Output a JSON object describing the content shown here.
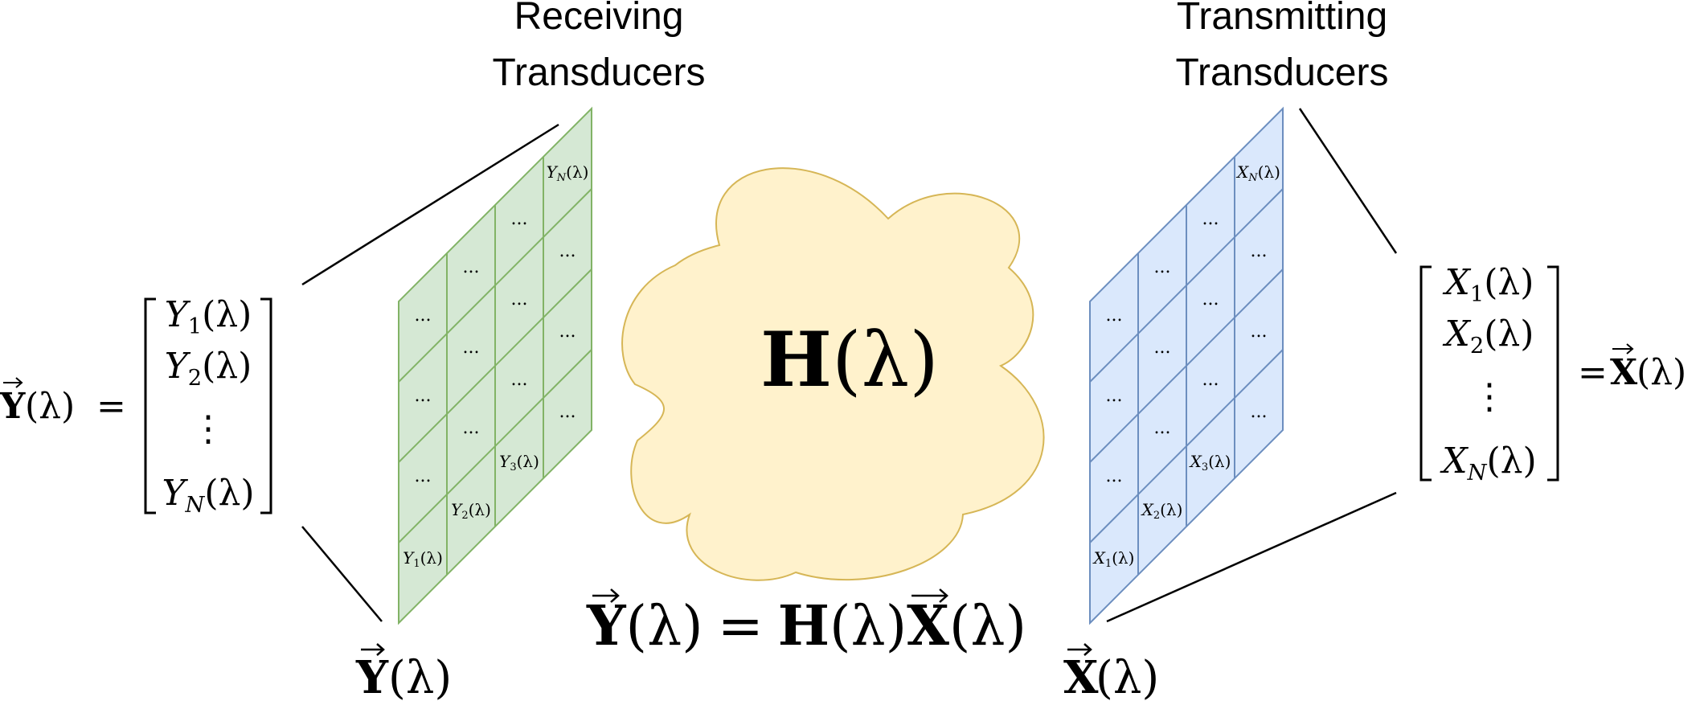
{
  "labels": {
    "receiving_line1": "Receiving",
    "receiving_line2": "Transducers",
    "transmitting_line1": "Transmitting",
    "transmitting_line2": "Transducers"
  },
  "left_vector": {
    "lhs_symbol": "Y",
    "lhs_arg": "(λ)",
    "equals": "=",
    "entries": [
      "Y₁(λ)",
      "Y₂(λ)",
      "⋮",
      "Y_N(λ)"
    ],
    "entry_base": [
      "Y",
      "Y",
      "",
      "Y"
    ],
    "entry_sub": [
      "1",
      "2",
      "",
      "N"
    ],
    "entry_arg": [
      "(λ)",
      "(λ)",
      "",
      "(λ)"
    ]
  },
  "right_vector": {
    "rhs_symbol": "X",
    "rhs_arg": "(λ)",
    "equals": "=",
    "entries": [
      "X₁(λ)",
      "X₂(λ)",
      "⋮",
      "X_N(λ)"
    ],
    "entry_base": [
      "X",
      "X",
      "",
      "X"
    ],
    "entry_sub": [
      "1",
      "2",
      "",
      "N"
    ],
    "entry_arg": [
      "(λ)",
      "(λ)",
      "",
      "(λ)"
    ]
  },
  "receiving_grid": {
    "fill": "#d5e8d4",
    "stroke": "#82b366",
    "ellipsis": "...",
    "cell_label_base": "Y",
    "cell_labels": [
      "1",
      "2",
      "3",
      "N"
    ]
  },
  "transmitting_grid": {
    "fill": "#dae8fc",
    "stroke": "#6c8ebf",
    "ellipsis": "...",
    "cell_label_base": "X",
    "cell_labels": [
      "1",
      "2",
      "3",
      "N"
    ]
  },
  "channel": {
    "fill": "#fff2cc",
    "stroke": "#d6b656",
    "symbol": "H",
    "arg": "(λ)"
  },
  "bottom_labels": {
    "y_symbol": "Y",
    "x_symbol": "X",
    "arg": "(λ)"
  },
  "equation": {
    "lhs": "Y",
    "lhs_arg": "(λ)",
    "equals": "=",
    "h": "H",
    "h_arg": "(λ)",
    "x": "X",
    "x_arg": "(λ)"
  }
}
